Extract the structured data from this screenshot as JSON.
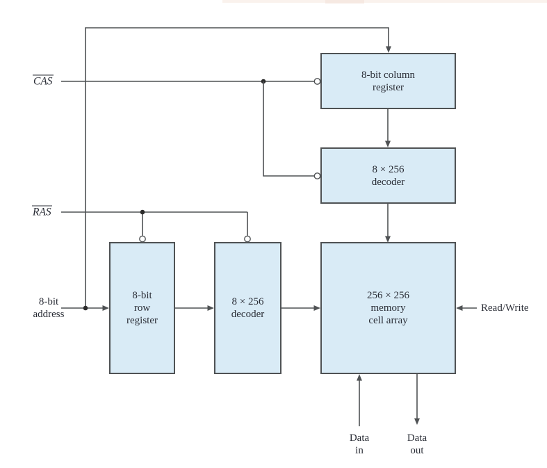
{
  "page": {
    "background": "#ffffff",
    "top_edge_band_color": "#f7ebe5"
  },
  "diagram": {
    "signals": {
      "cas": "CAS",
      "ras": "RAS",
      "address": [
        "8-bit",
        "address"
      ],
      "read_write": "Read/Write",
      "data_in": [
        "Data",
        "in"
      ],
      "data_out": [
        "Data",
        "out"
      ]
    },
    "blocks": {
      "column_register": {
        "lines": [
          "8-bit column",
          "register"
        ]
      },
      "column_decoder": {
        "lines": [
          "8 × 256",
          "decoder"
        ]
      },
      "row_register": {
        "lines": [
          "8-bit",
          "row",
          "register"
        ]
      },
      "row_decoder": {
        "lines": [
          "8 × 256",
          "decoder"
        ]
      },
      "memory_array": {
        "lines": [
          "256 × 256",
          "memory",
          "cell array"
        ]
      }
    },
    "colors": {
      "block_fill": "#d9ebf6",
      "block_border": "#4f5254",
      "wire": "#4f5254",
      "junction_dot": "#2b2b2b",
      "text": "#2a2d36",
      "background": "#ffffff"
    }
  }
}
